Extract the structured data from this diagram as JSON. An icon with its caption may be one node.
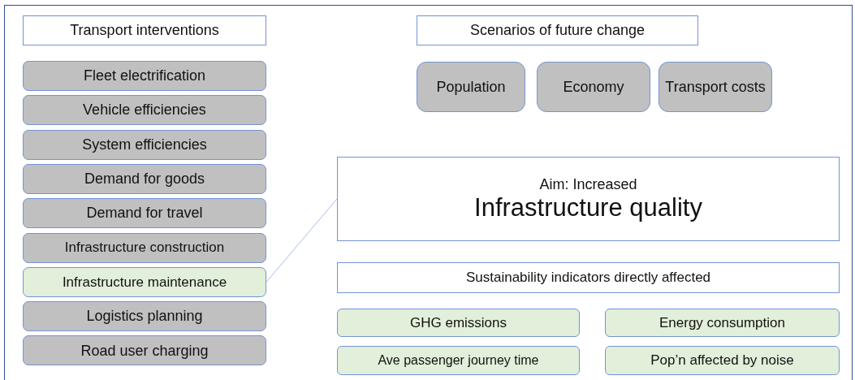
{
  "diagram": {
    "nodes": [
      {
        "text": [
          "Transport interventions"
        ]
      },
      {
        "text": [
          "Fleet electrification"
        ]
      },
      {
        "text": [
          "Vehicle efficiencies"
        ]
      },
      {
        "text": [
          "System efficiencies"
        ]
      },
      {
        "text": [
          "Demand for goods"
        ]
      },
      {
        "text": [
          "Demand for travel"
        ]
      },
      {
        "text": [
          "Infrastructure construction"
        ]
      },
      {
        "text": [
          "Infrastructure maintenance"
        ]
      },
      {
        "text": [
          "Logistics planning"
        ]
      },
      {
        "text": [
          "Road user charging"
        ]
      },
      {
        "text": [
          "Scenarios of future change"
        ]
      },
      {
        "text": [
          "Population"
        ]
      },
      {
        "text": [
          "Economy"
        ]
      },
      {
        "text": [
          "Transport costs"
        ]
      },
      {
        "text": [
          "Aim: Increased",
          "Infrastructure quality"
        ]
      },
      {
        "text": [
          "Sustainability indicators directly affected"
        ]
      },
      {
        "text": [
          "GHG emissions"
        ]
      },
      {
        "text": [
          "Energy consumption"
        ]
      },
      {
        "text": [
          "Ave passenger journey time"
        ]
      },
      {
        "text": [
          "Pop’n affected by noise"
        ]
      }
    ],
    "edges": [
      {
        "from": 7,
        "to": 14,
        "arrow": "none"
      }
    ]
  }
}
